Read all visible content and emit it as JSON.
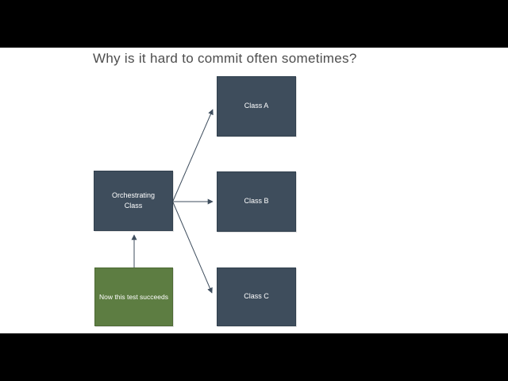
{
  "slide": {
    "title": "Why is it hard to commit often sometimes?",
    "nodes": {
      "orchestrating": {
        "label": "Orchestrating Class"
      },
      "class_a": {
        "label": "Class A"
      },
      "class_b": {
        "label": "Class B"
      },
      "class_c": {
        "label": "Class C"
      },
      "test": {
        "label": "Now this test succeeds"
      }
    },
    "edges": [
      {
        "from": "test",
        "to": "orchestrating",
        "direction": "up"
      },
      {
        "from": "orchestrating",
        "to": "class_a",
        "direction": "up-right"
      },
      {
        "from": "orchestrating",
        "to": "class_b",
        "direction": "right"
      },
      {
        "from": "orchestrating",
        "to": "class_c",
        "direction": "down-right"
      }
    ],
    "colors": {
      "slide_background": "#ffffff",
      "letterbox": "#000000",
      "title_text": "#4d4d4d",
      "node_fill": "#3e4d5c",
      "node_border": "#31404e",
      "node_text": "#ffffff",
      "test_node_fill": "#5d7d42",
      "test_node_border": "#4d6a34",
      "arrow": "#3f4e5e"
    }
  }
}
